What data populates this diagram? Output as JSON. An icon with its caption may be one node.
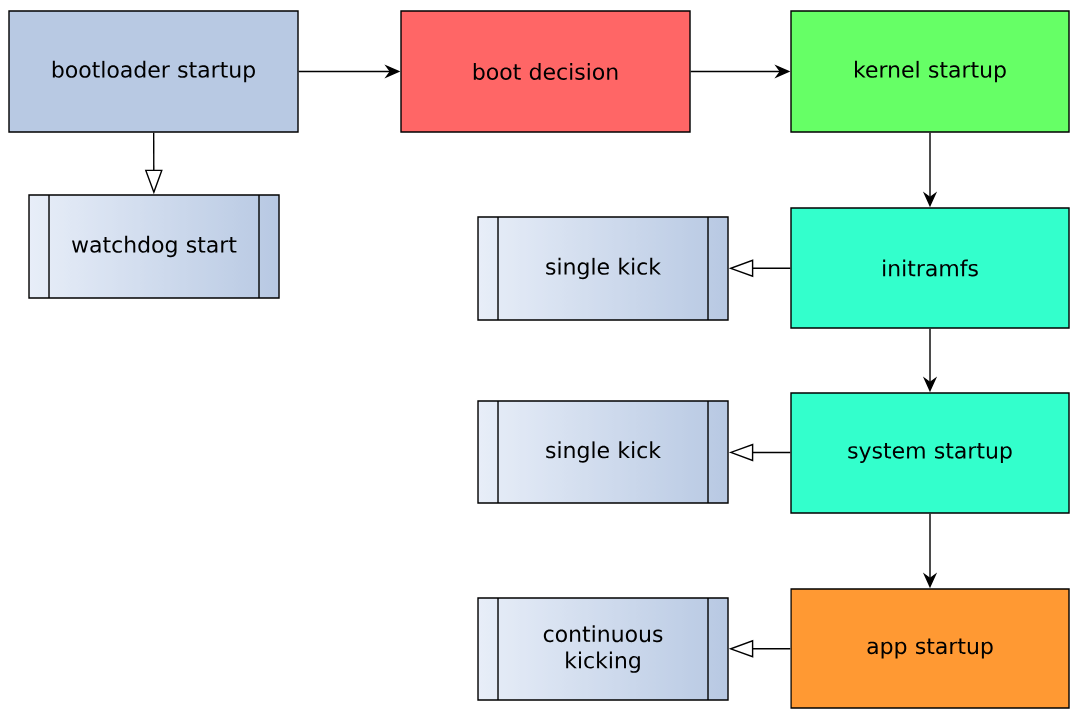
{
  "diagram": {
    "nodes": [
      {
        "text": [
          "bootloader startup"
        ]
      },
      {
        "text": [
          "boot decision"
        ]
      },
      {
        "text": [
          "kernel startup"
        ]
      },
      {
        "text": [
          "watchdog start"
        ]
      },
      {
        "text": [
          "single kick"
        ]
      },
      {
        "text": [
          "initramfs"
        ]
      },
      {
        "text": [
          "single kick"
        ]
      },
      {
        "text": [
          "system startup"
        ]
      },
      {
        "text": [
          "continuous kicking"
        ]
      },
      {
        "text": [
          "app startup"
        ]
      }
    ],
    "edges": [
      {
        "from": 0,
        "to": 1,
        "arrow": "to"
      },
      {
        "from": 1,
        "to": 2,
        "arrow": "to"
      },
      {
        "from": 0,
        "to": 3,
        "arrow": "to"
      },
      {
        "from": 2,
        "to": 5,
        "arrow": "to"
      },
      {
        "from": 5,
        "to": 4,
        "arrow": "to"
      },
      {
        "from": 5,
        "to": 7,
        "arrow": "to"
      },
      {
        "from": 7,
        "to": 6,
        "arrow": "to"
      },
      {
        "from": 7,
        "to": 9,
        "arrow": "to"
      },
      {
        "from": 9,
        "to": 8,
        "arrow": "to"
      }
    ]
  }
}
